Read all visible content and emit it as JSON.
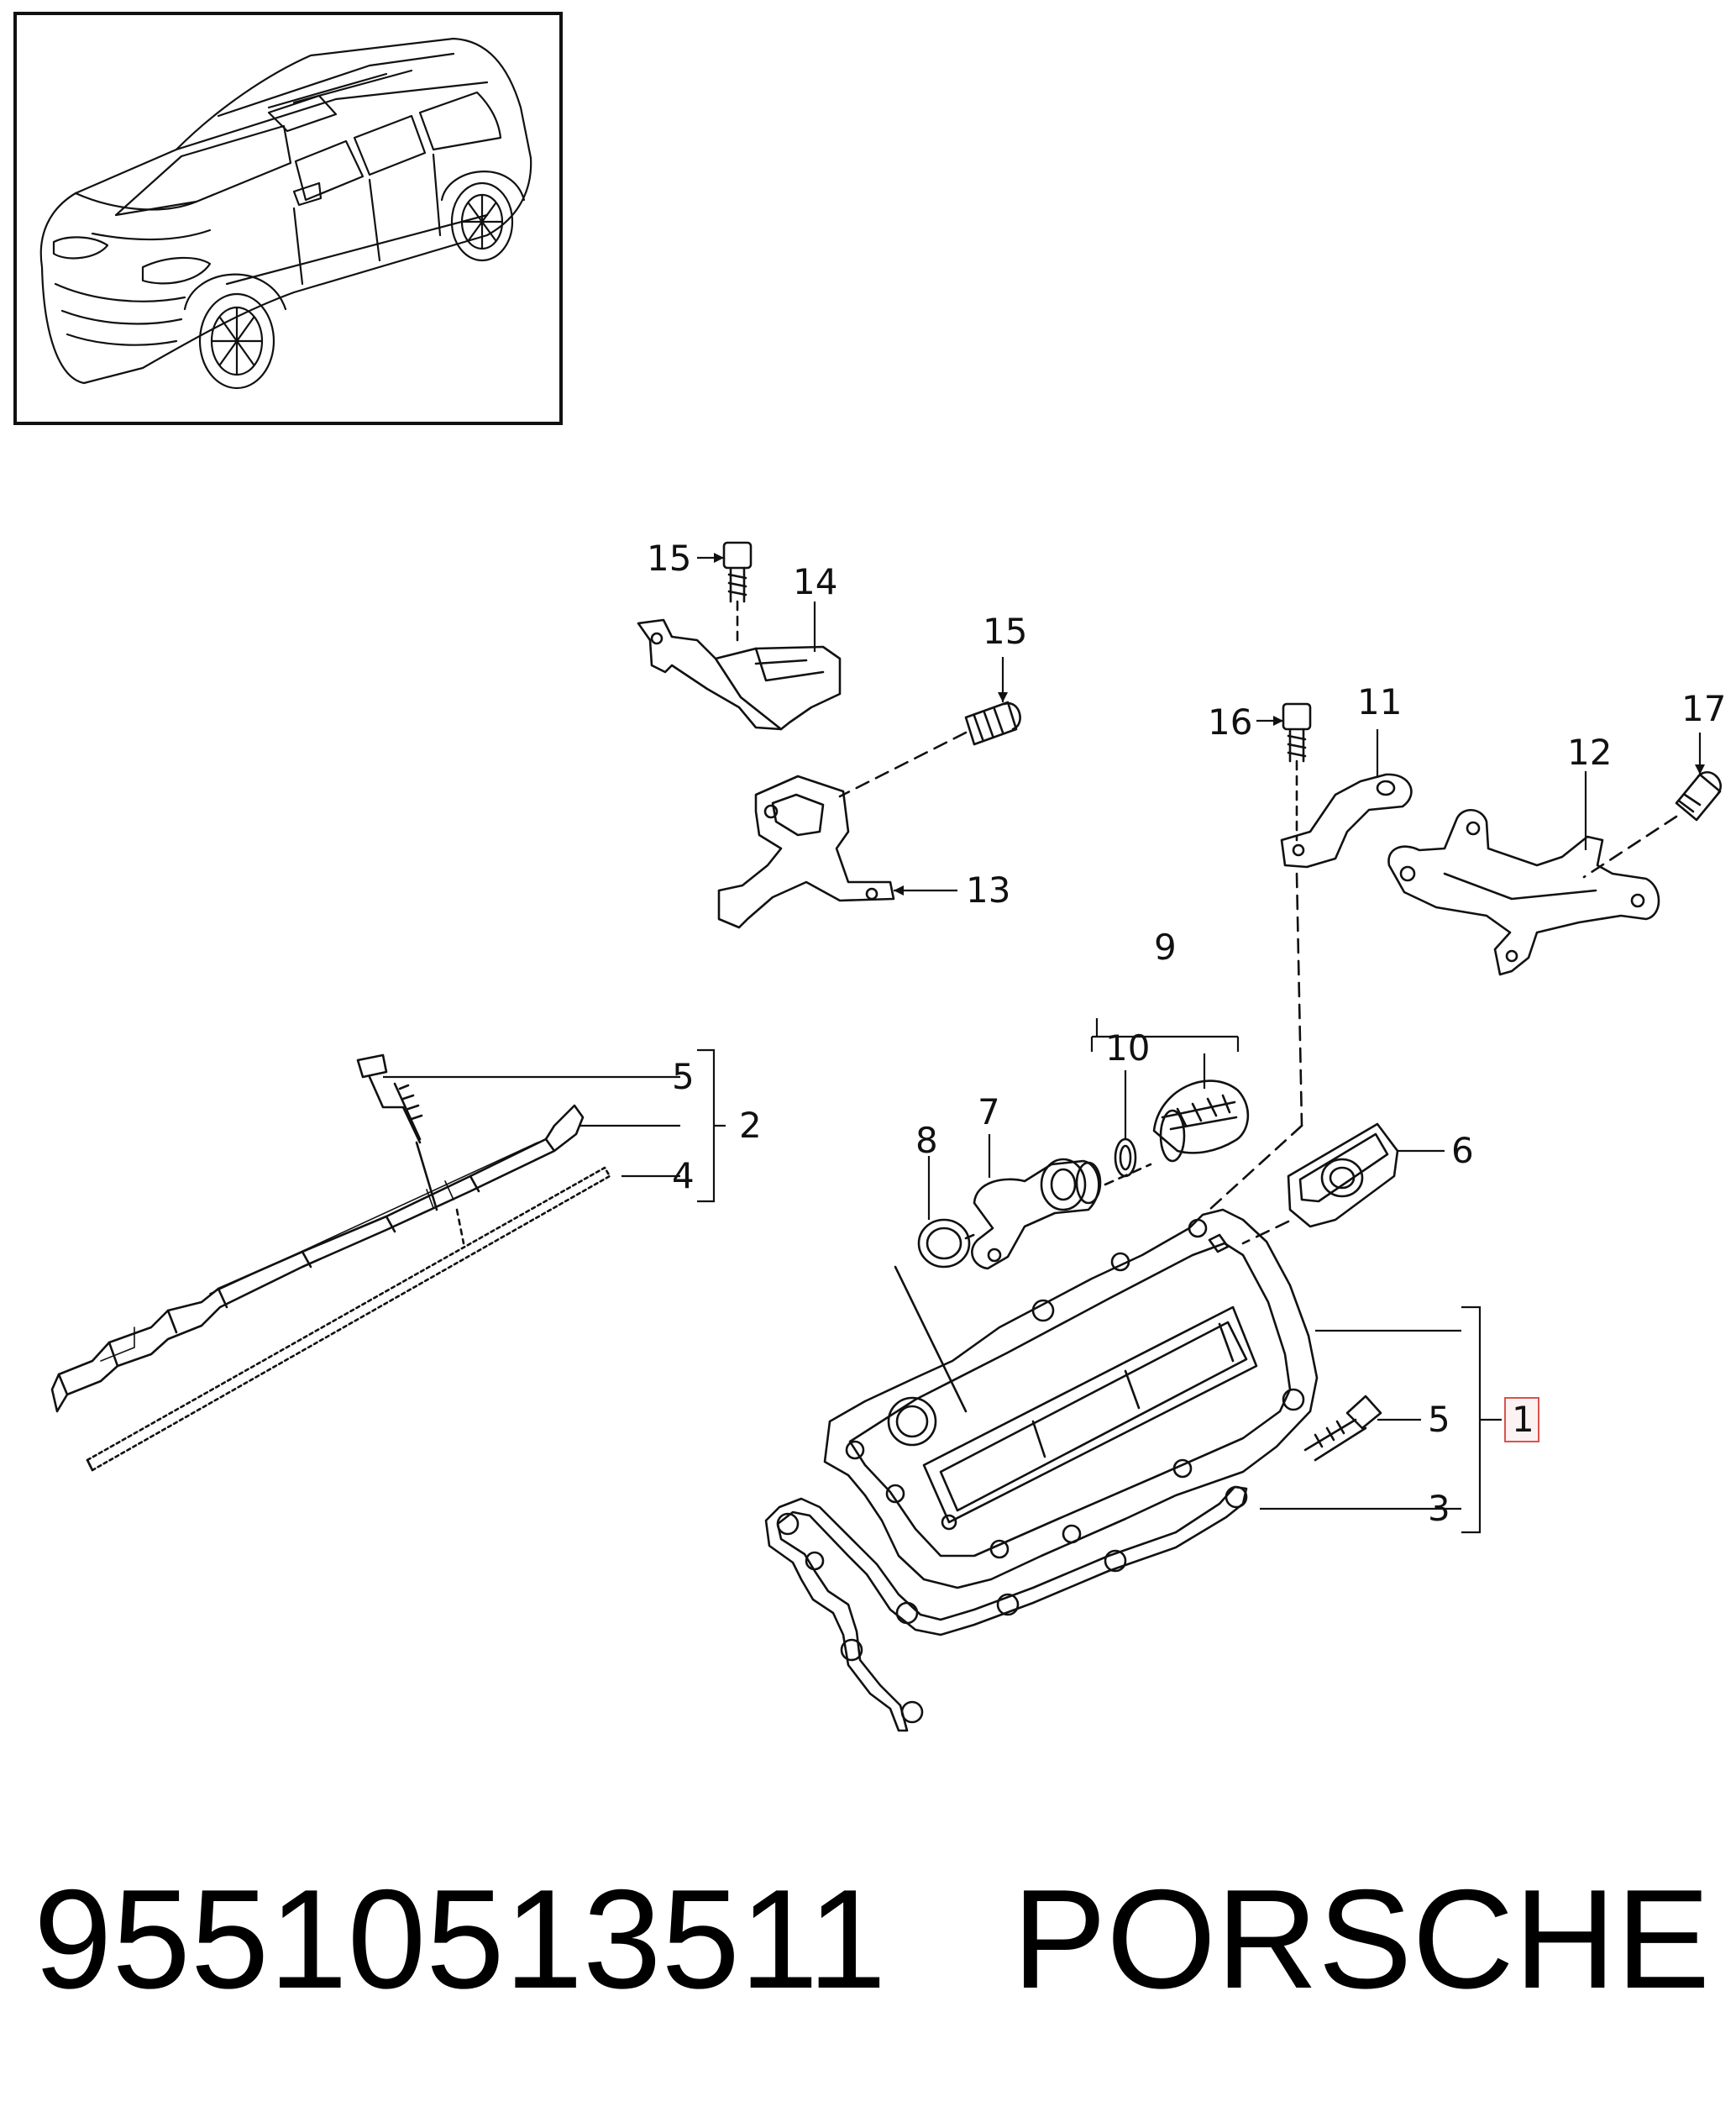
{
  "diagram": {
    "callouts": {
      "c15a": "15",
      "c14": "14",
      "c15b": "15",
      "c13": "13",
      "c16": "16",
      "c11": "11",
      "c12": "12",
      "c17": "17",
      "c9": "9",
      "c10": "10",
      "c8": "8",
      "c7": "7",
      "c6": "6",
      "c5a": "5",
      "c2": "2",
      "c4": "4",
      "c5b": "5",
      "c1": "1",
      "c3": "3"
    },
    "highlight_color": "#d9534f"
  },
  "footer": {
    "part_number": "95510513511",
    "brand": "PORSCHE"
  }
}
